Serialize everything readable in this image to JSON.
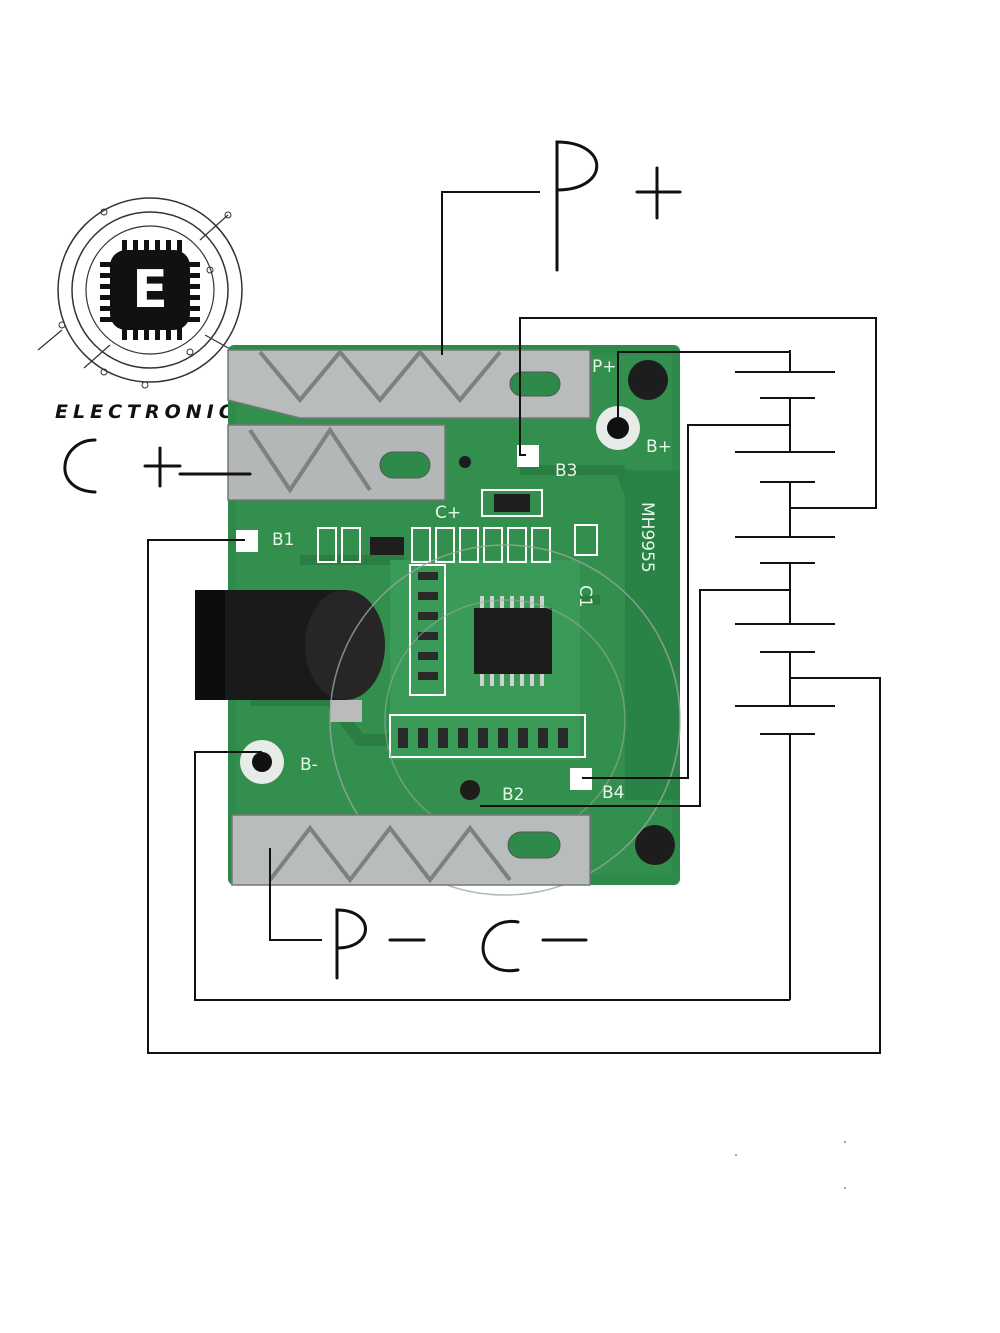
{
  "logo": {
    "letter": "E",
    "wordmark": "ELECTRONIC",
    "icon": "chip-circuit-logo-icon"
  },
  "terminals": {
    "p_plus": "P +",
    "c_plus": "C+",
    "p_minus": "P -",
    "c_minus": "C -"
  },
  "board_labels": {
    "p_plus": "P+",
    "b_plus": "B+",
    "b3": "B3",
    "c_plus": "C+",
    "b1": "B1",
    "b_minus": "B-",
    "b2": "B2",
    "b4": "B4",
    "chip": "MH9955",
    "c1": "C1"
  },
  "battery": {
    "cells": 5,
    "icon": "battery-stack-icon"
  },
  "colors": {
    "pcb_green": "#2e8a4a",
    "pcb_dark": "#1f6a36",
    "metal": "#b9bcbd",
    "wire": "#111111"
  }
}
